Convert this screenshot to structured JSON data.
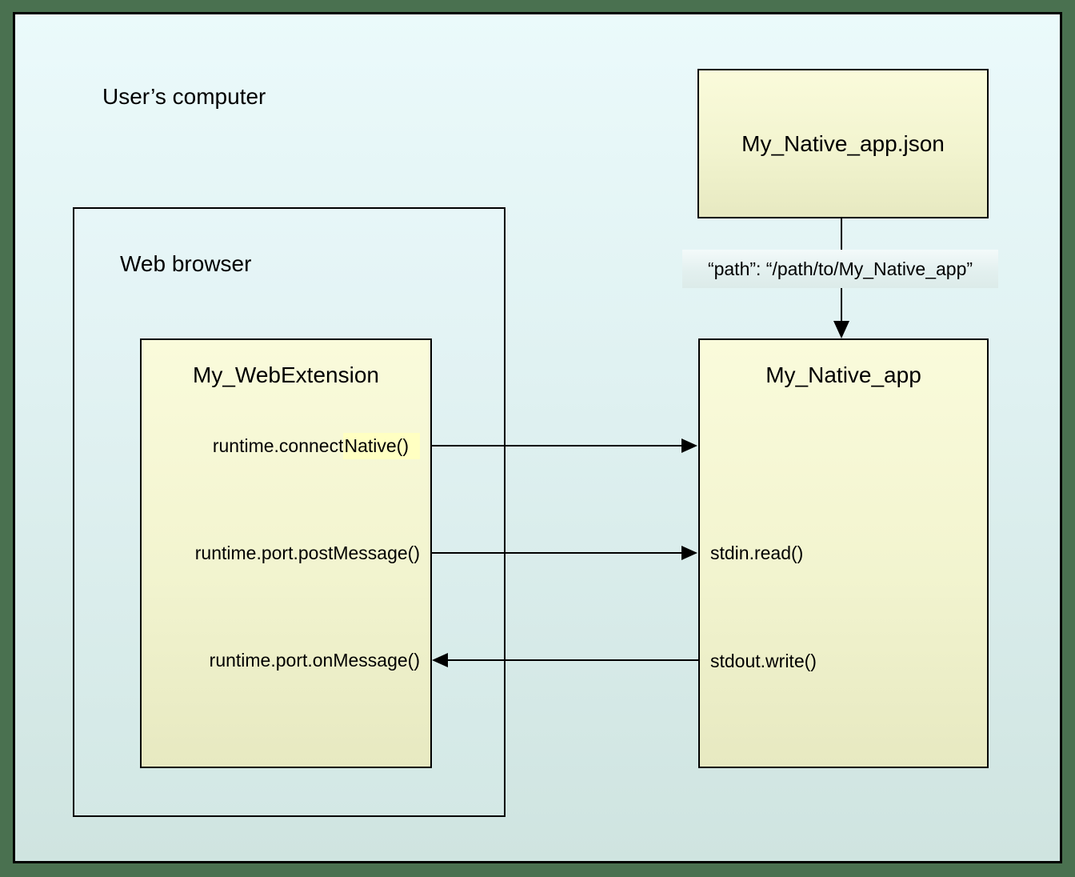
{
  "diagram": {
    "users_computer": {
      "label": "User’s computer"
    },
    "web_browser": {
      "label": "Web browser"
    },
    "my_webextension": {
      "title": "My_WebExtension",
      "methods": {
        "connect_native_prefix": "runtime.connect",
        "connect_native_highlight": "Native()",
        "post_message": "runtime.port.postMessage()",
        "on_message": "runtime.port.onMessage()"
      }
    },
    "my_native_app_json": {
      "title": "My_Native_app.json"
    },
    "path_annotation": "“path”: “/path/to/My_Native_app”",
    "my_native_app": {
      "title": "My_Native_app",
      "methods": {
        "stdin_read": "stdin.read()",
        "stdout_write": "stdout.write()"
      }
    }
  }
}
